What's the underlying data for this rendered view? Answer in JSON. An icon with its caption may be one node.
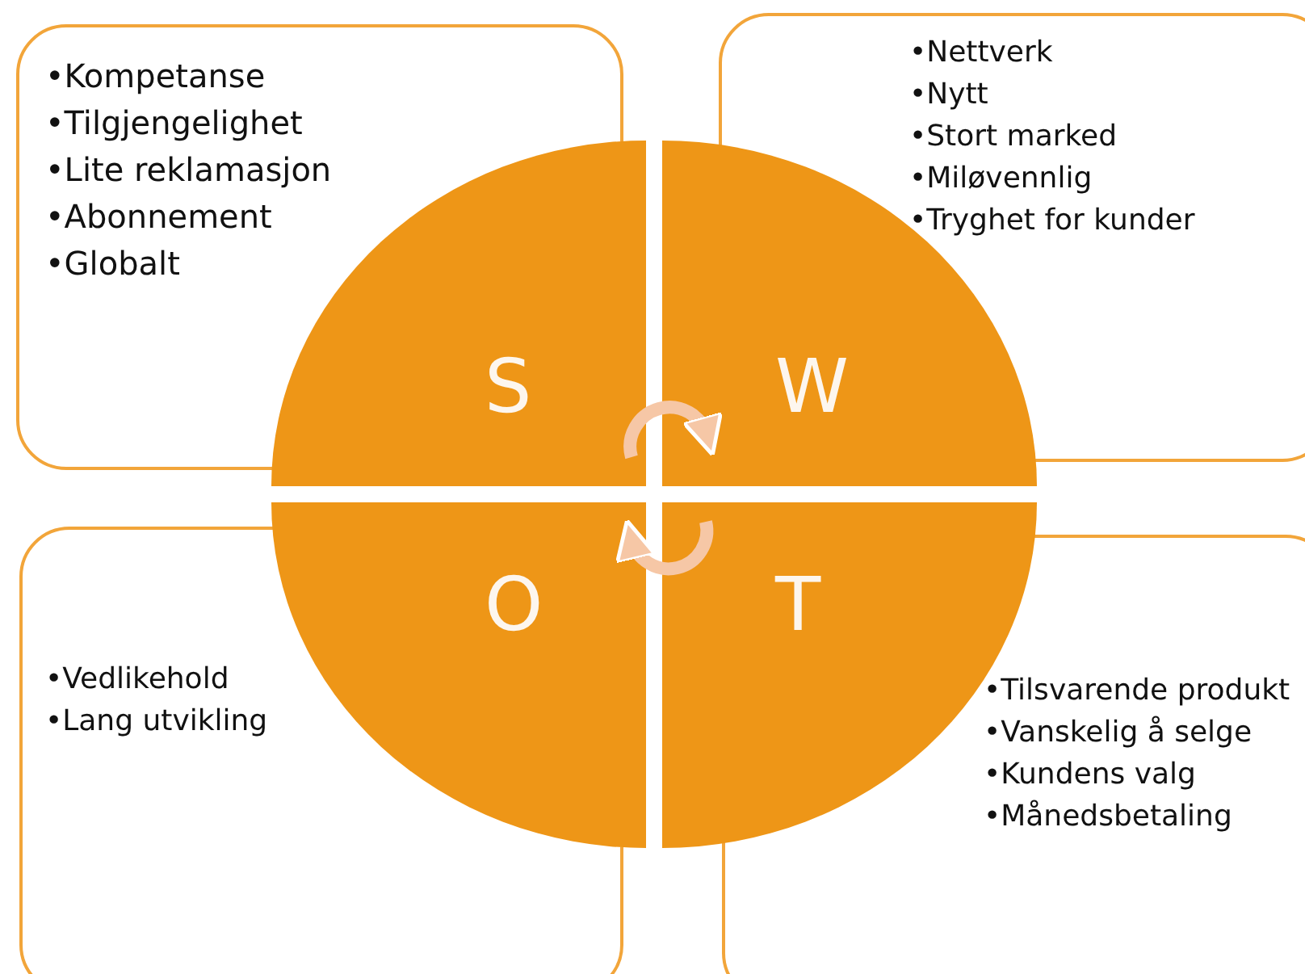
{
  "diagram": {
    "nodes": [
      {
        "text": [
          "•Kompetanse",
          "•Tilgjengelighet",
          "•Lite reklamasjon",
          "•Abonnement",
          "•Globalt"
        ]
      },
      {
        "text": [
          "•Nettverk",
          "•Nytt",
          "•Stort marked",
          "•Miløvennlig",
          "•Tryghet for kunder"
        ]
      },
      {
        "text": [
          "•Vedlikehold",
          "•Lang utvikling"
        ]
      },
      {
        "text": [
          "•Tilsvarende produkt",
          "•Vanskelig å selge",
          "•Kundens valg",
          "•Månedsbetaling"
        ]
      },
      {
        "text": [
          "S"
        ]
      },
      {
        "text": [
          "W"
        ]
      },
      {
        "text": [
          "O"
        ]
      },
      {
        "text": [
          "T"
        ]
      }
    ],
    "edges": [
      {
        "from": 4,
        "to": 5,
        "arrow": "to"
      },
      {
        "from": 7,
        "to": 6,
        "arrow": "to"
      }
    ]
  }
}
